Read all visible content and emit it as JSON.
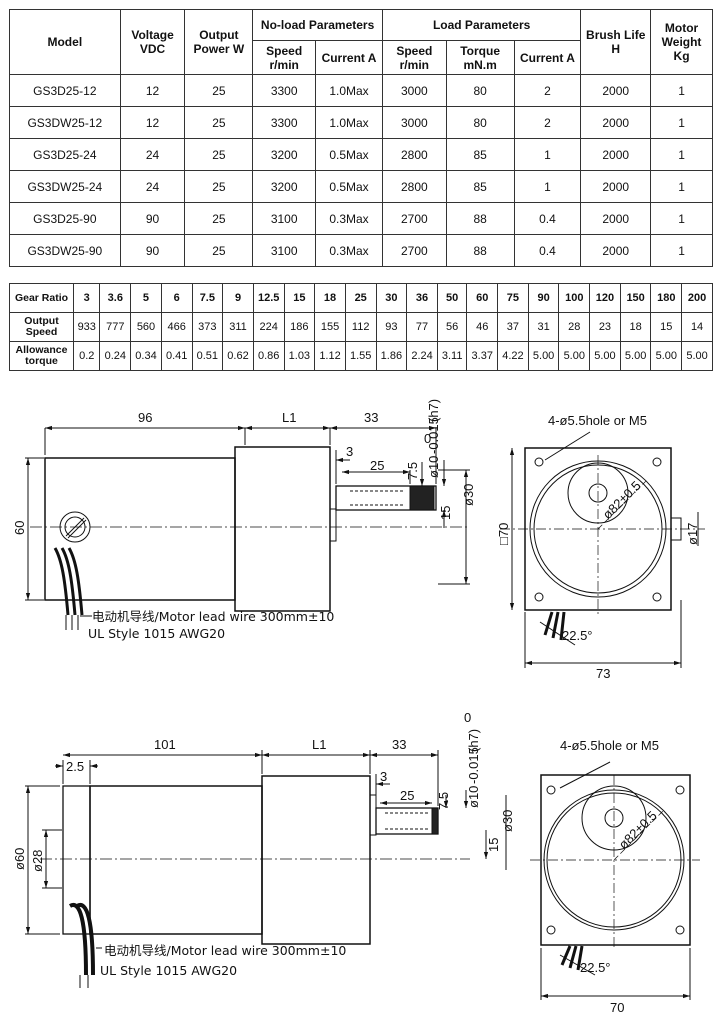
{
  "spec_table": {
    "headers": {
      "model": "Model",
      "voltage": [
        "Voltage",
        "VDC"
      ],
      "output": [
        "Output",
        "Power W"
      ],
      "no_load": "No-load Parameters",
      "load": "Load Parameters",
      "nl_speed": [
        "Speed",
        "r/min"
      ],
      "nl_current": "Current A",
      "l_speed": [
        "Speed",
        "r/min"
      ],
      "l_torque": [
        "Torque",
        "mN.m"
      ],
      "l_current": "Current A",
      "brush": [
        "Brush Life",
        "H"
      ],
      "weight": [
        "Motor",
        "Weight",
        "Kg"
      ]
    },
    "rows": [
      [
        "GS3D25-12",
        "12",
        "25",
        "3300",
        "1.0Max",
        "3000",
        "80",
        "2",
        "2000",
        "1"
      ],
      [
        "GS3DW25-12",
        "12",
        "25",
        "3300",
        "1.0Max",
        "3000",
        "80",
        "2",
        "2000",
        "1"
      ],
      [
        "GS3D25-24",
        "24",
        "25",
        "3200",
        "0.5Max",
        "2800",
        "85",
        "1",
        "2000",
        "1"
      ],
      [
        "GS3DW25-24",
        "24",
        "25",
        "3200",
        "0.5Max",
        "2800",
        "85",
        "1",
        "2000",
        "1"
      ],
      [
        "GS3D25-90",
        "90",
        "25",
        "3100",
        "0.3Max",
        "2700",
        "88",
        "0.4",
        "2000",
        "1"
      ],
      [
        "GS3DW25-90",
        "90",
        "25",
        "3100",
        "0.3Max",
        "2700",
        "88",
        "0.4",
        "2000",
        "1"
      ]
    ]
  },
  "gear_table": {
    "row_labels": [
      "Gear Ratio",
      [
        "Output",
        "Speed"
      ],
      [
        "Allowance",
        "torque"
      ]
    ],
    "ratios": [
      "3",
      "3.6",
      "5",
      "6",
      "7.5",
      "9",
      "12.5",
      "15",
      "18",
      "25",
      "30",
      "36",
      "50",
      "60",
      "75",
      "90",
      "100",
      "120",
      "150",
      "180",
      "200"
    ],
    "speeds": [
      "933",
      "777",
      "560",
      "466",
      "373",
      "311",
      "224",
      "186",
      "155",
      "112",
      "93",
      "77",
      "56",
      "46",
      "37",
      "31",
      "28",
      "23",
      "18",
      "15",
      "14"
    ],
    "torques": [
      "0.2",
      "0.24",
      "0.34",
      "0.41",
      "0.51",
      "0.62",
      "0.86",
      "1.03",
      "1.12",
      "1.55",
      "1.86",
      "2.24",
      "3.11",
      "3.37",
      "4.22",
      "5.00",
      "5.00",
      "5.00",
      "5.00",
      "5.00",
      "5.00"
    ]
  },
  "drawing1": {
    "d96": "96",
    "dL1": "L1",
    "d33": "33",
    "d3": "3",
    "d25": "25",
    "d7_5": "7.5",
    "dshaft": "ø10-0.015(h7)",
    "shaft_upper_tol": "0",
    "dshaft_main": "ø10",
    "dshaft_tol": "-0.015",
    "dshaft_fit": "(h7)",
    "d15": "15",
    "d30": "ø30",
    "d60": "60",
    "lead": "电动机导线/Motor lead wire 300mm±10",
    "ul": "UL Style 1015 AWG20",
    "holes": "4-ø5.5hole or M5",
    "pcd": "ø82±0.5",
    "sq70": "□70",
    "d17": "ø17",
    "angle": "22.5°",
    "d73": "73"
  },
  "drawing2": {
    "d2_5": "2.5",
    "d101": "101",
    "dL1": "L1",
    "d33": "33",
    "d3": "3",
    "d25": "25",
    "d7_5": "7.5",
    "shaft_upper_tol": "0",
    "dshaft_main": "ø10",
    "dshaft_tol": "-0.015",
    "dshaft_fit": "(h7)",
    "d15": "15",
    "d30": "ø30",
    "d60": "ø60",
    "d28": "ø28",
    "lead": "电动机导线/Motor lead wire 300mm±10",
    "ul": "UL Style 1015 AWG20",
    "holes": "4-ø5.5hole or M5",
    "pcd": "ø82±0.5",
    "angle": "22.5°",
    "d70": "70"
  }
}
